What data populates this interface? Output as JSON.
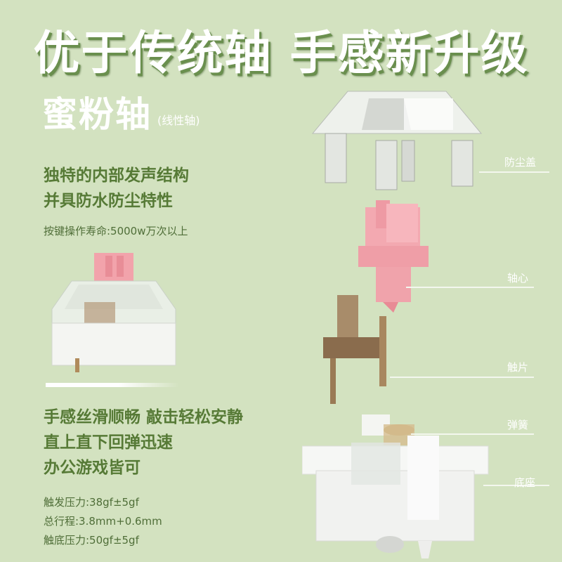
{
  "headline": "优于传统轴 手感新升级",
  "product": {
    "name": "蜜粉轴",
    "type": "(线性轴)"
  },
  "features_top": [
    "独特的内部发声结构",
    "并具防水防尘特性"
  ],
  "lifespan": "按键操作寿命:5000w万次以上",
  "features_bottom": [
    "手感丝滑顺畅 敲击轻松安静",
    "直上直下回弹迅速",
    "办公游戏皆可"
  ],
  "specs": [
    "触发压力:38gf±5gf",
    "总行程:3.8mm+0.6mm",
    "触底压力:50gf±5gf"
  ],
  "parts": [
    {
      "label": "防尘盖",
      "icon": "dust-cover-image"
    },
    {
      "label": "轴心",
      "icon": "stem-image"
    },
    {
      "label": "触片",
      "icon": "contact-leaf-image"
    },
    {
      "label": "弹簧",
      "icon": "spring-image"
    },
    {
      "label": "底座",
      "icon": "housing-base-image"
    }
  ],
  "colors": {
    "background": "#d3e2c0",
    "accent_green": "#567a36",
    "stem_pink": "#ef9fa8",
    "contact_bronze": "#9c7a55"
  }
}
